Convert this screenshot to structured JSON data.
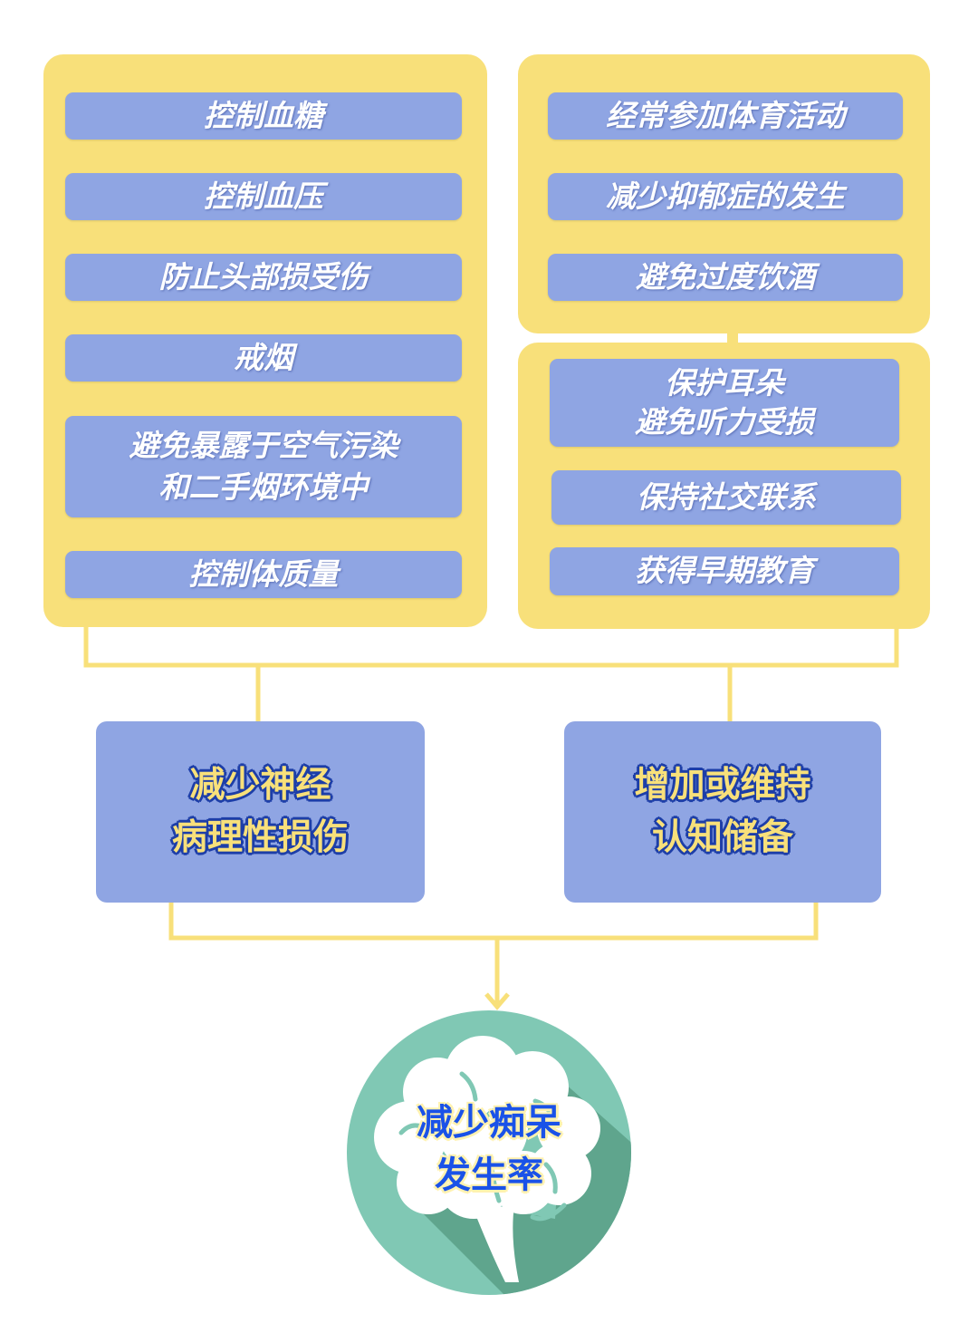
{
  "left_group": {
    "items": [
      {
        "lines": [
          "控制血糖"
        ]
      },
      {
        "lines": [
          "控制血压"
        ]
      },
      {
        "lines": [
          "防止头部损受伤"
        ]
      },
      {
        "lines": [
          "戒烟"
        ]
      },
      {
        "lines": [
          "避免暴露于空气污染",
          "和二手烟环境中"
        ]
      },
      {
        "lines": [
          "控制体质量"
        ]
      }
    ]
  },
  "right_top_group": {
    "items": [
      {
        "lines": [
          "经常参加体育活动"
        ]
      },
      {
        "lines": [
          "减少抑郁症的发生"
        ]
      },
      {
        "lines": [
          "避免过度饮酒"
        ]
      }
    ]
  },
  "right_bottom_group": {
    "items": [
      {
        "lines": [
          "保护耳朵",
          "避免听力受损"
        ]
      },
      {
        "lines": [
          "保持社交联系"
        ]
      },
      {
        "lines": [
          "获得早期教育"
        ]
      }
    ]
  },
  "outcomes": {
    "left": {
      "lines": [
        "减少神经",
        "病理性损伤"
      ]
    },
    "right": {
      "lines": [
        "增加或维持",
        "认知储备"
      ]
    }
  },
  "result": {
    "lines": [
      "减少痴呆",
      "发生率"
    ]
  },
  "colors": {
    "panel": "#F8E07A",
    "box": "#8FA5E3",
    "circle": "#80C8B4",
    "result_text": "#1A52E8"
  }
}
